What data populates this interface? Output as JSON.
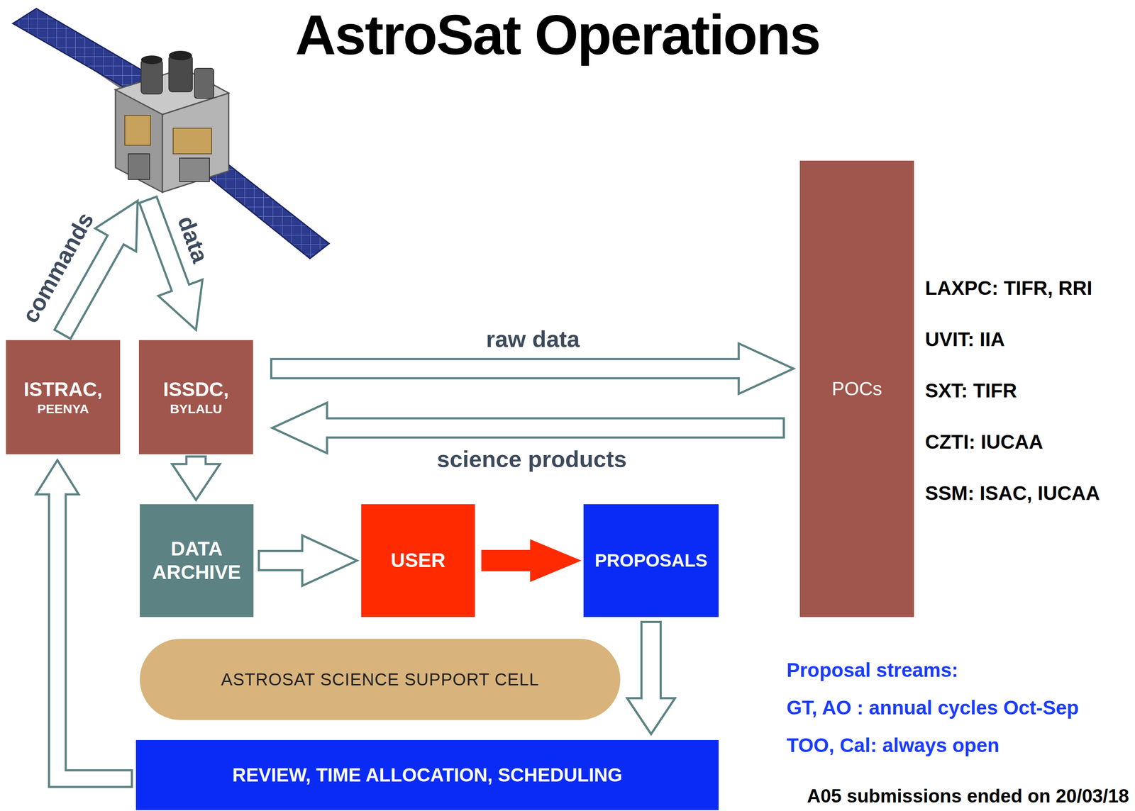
{
  "diagram": {
    "title": "AstroSat Operations",
    "nodes": [
      {
        "text": [
          "ISTRAC,",
          "PEENYA"
        ]
      },
      {
        "text": [
          "ISSDC,",
          "BYLALU"
        ]
      },
      {
        "text": [
          "POCs"
        ]
      },
      {
        "text": [
          "DATA ARCHIVE"
        ]
      },
      {
        "text": [
          "USER"
        ]
      },
      {
        "text": [
          "PROPOSALS"
        ]
      },
      {
        "text": [
          "ASTROSAT SCIENCE SUPPORT CELL"
        ]
      },
      {
        "text": [
          "REVIEW, TIME ALLOCATION, SCHEDULING"
        ]
      }
    ],
    "edges": [
      {
        "from": 1,
        "to": 2,
        "label": "raw data",
        "arrow": "to"
      },
      {
        "from": 2,
        "to": 1,
        "label": "science products",
        "arrow": "to"
      },
      {
        "from": 1,
        "to": 3,
        "arrow": "to"
      },
      {
        "from": 3,
        "to": 4,
        "arrow": "to"
      },
      {
        "from": 4,
        "to": 5,
        "arrow": "to"
      },
      {
        "from": 5,
        "to": 7,
        "arrow": "to"
      },
      {
        "from": 7,
        "to": 0,
        "arrow": "to"
      }
    ],
    "labels": [
      "commands",
      "data",
      "LAXPC: TIFR, RRI",
      "UVIT: IIA",
      "SXT: TIFR",
      "CZTI: IUCAA",
      "SSM: ISAC, IUCAA",
      "Proposal streams:",
      "GT, AO : annual cycles Oct-Sep",
      "TOO, Cal: always open",
      "A05 submissions ended on 20/03/18"
    ]
  }
}
